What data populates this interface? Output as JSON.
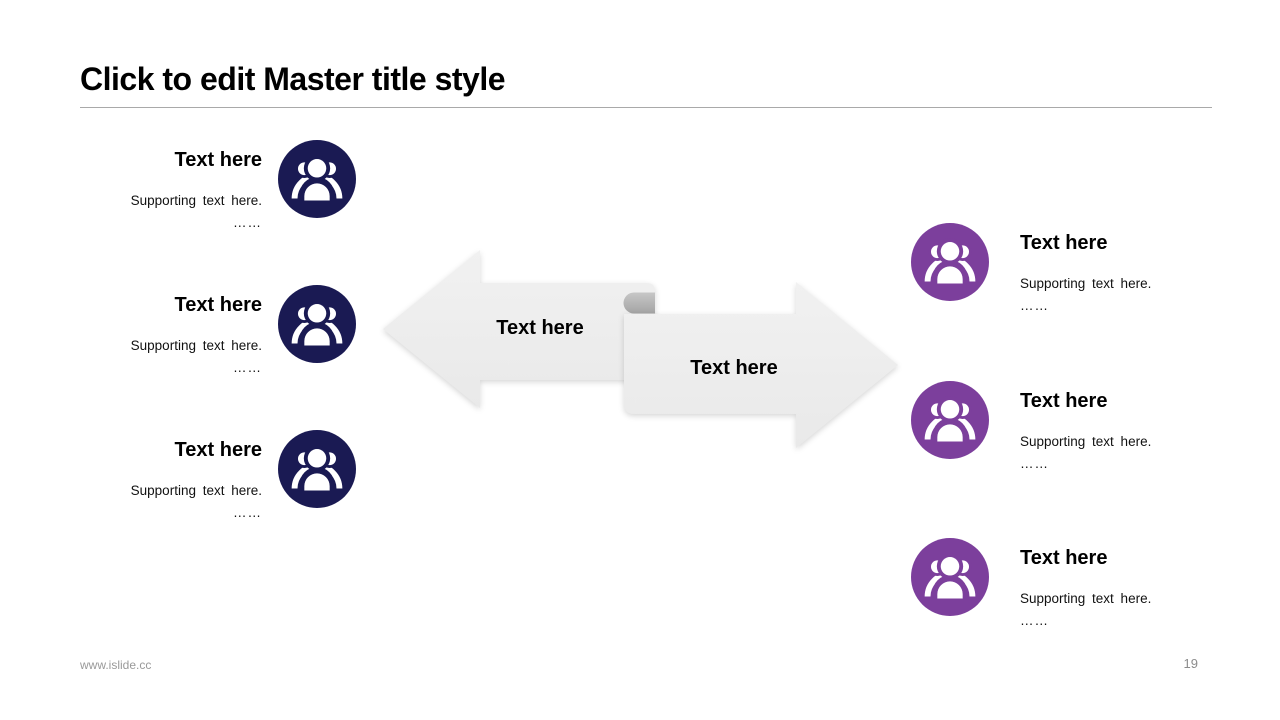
{
  "slide": {
    "title": "Click to edit Master title style",
    "footer_url": "www.islide.cc",
    "page_number": "19"
  },
  "arrows": {
    "left_label": "Text here",
    "right_label": "Text here"
  },
  "left_items": [
    {
      "title": "Text here",
      "supporting": "Supporting text here.",
      "dots": "……"
    },
    {
      "title": "Text here",
      "supporting": "Supporting text here.",
      "dots": "……"
    },
    {
      "title": "Text here",
      "supporting": "Supporting text here.",
      "dots": "……"
    }
  ],
  "right_items": [
    {
      "title": "Text here",
      "supporting": "Supporting text here.",
      "dots": "……"
    },
    {
      "title": "Text here",
      "supporting": "Supporting text here.",
      "dots": "……"
    },
    {
      "title": "Text here",
      "supporting": "Supporting text here.",
      "dots": "……"
    }
  ],
  "colors": {
    "navy_circle": "#1a1a53",
    "purple_circle": "#7c3f9c",
    "arrow_fill": "#ededed",
    "curl_fill": "#b3b3b3",
    "divider": "#a9a9a9",
    "footer_text": "#999999"
  }
}
